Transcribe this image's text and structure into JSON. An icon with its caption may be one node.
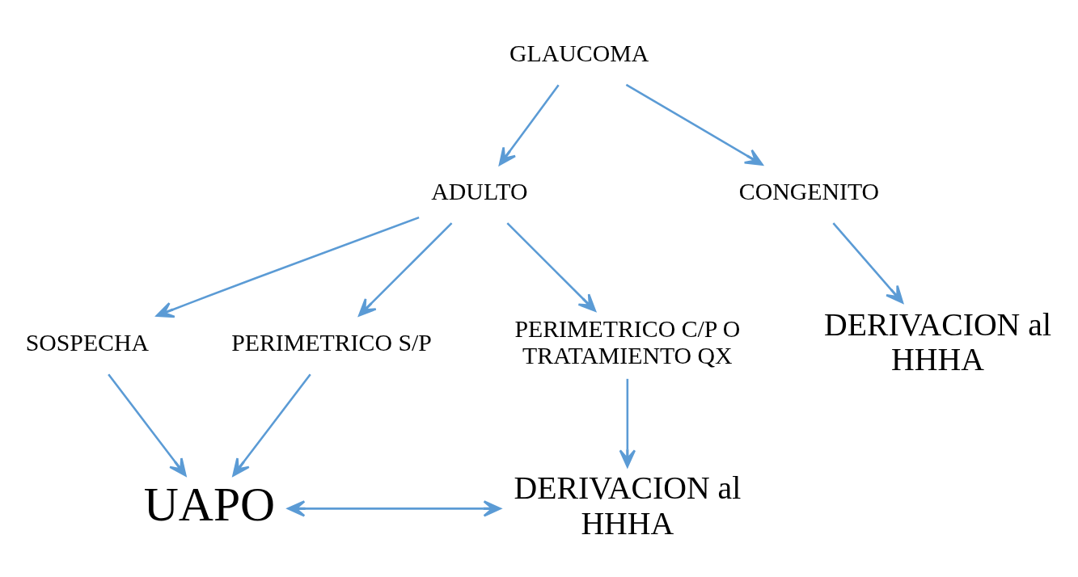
{
  "diagram": {
    "nodes": [
      {
        "text": [
          "GLAUCOMA"
        ]
      },
      {
        "text": [
          "ADULTO"
        ]
      },
      {
        "text": [
          "CONGENITO"
        ]
      },
      {
        "text": [
          "SOSPECHA"
        ]
      },
      {
        "text": [
          "PERIMETRICO S/P"
        ]
      },
      {
        "text": [
          "PERIMETRICO C/P O TRATAMIENTO QX"
        ]
      },
      {
        "text": [
          "DERIVACION al HHHA"
        ]
      },
      {
        "text": [
          "UAPO"
        ]
      },
      {
        "text": [
          "DERIVACION al HHHA"
        ]
      }
    ],
    "edges": [
      {
        "from": 0,
        "to": 1,
        "arrow": "to"
      },
      {
        "from": 0,
        "to": 2,
        "arrow": "to"
      },
      {
        "from": 1,
        "to": 3,
        "arrow": "to"
      },
      {
        "from": 1,
        "to": 4,
        "arrow": "to"
      },
      {
        "from": 1,
        "to": 5,
        "arrow": "to"
      },
      {
        "from": 2,
        "to": 6,
        "arrow": "to"
      },
      {
        "from": 3,
        "to": 7,
        "arrow": "to"
      },
      {
        "from": 4,
        "to": 7,
        "arrow": "to"
      },
      {
        "from": 5,
        "to": 8,
        "arrow": "to"
      },
      {
        "from": 7,
        "to": 8,
        "arrow": "both"
      }
    ]
  }
}
